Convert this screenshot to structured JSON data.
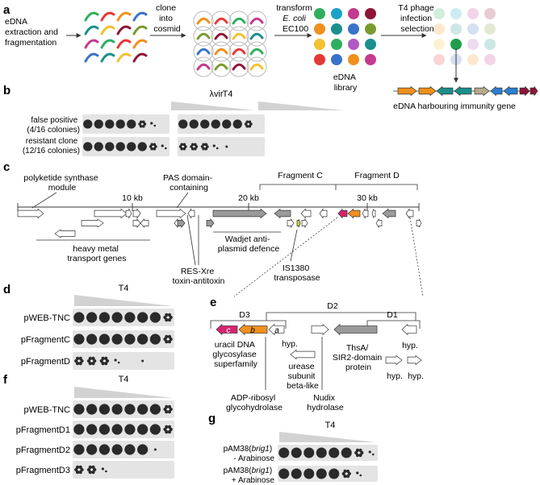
{
  "panel_a": {
    "letter": "a",
    "step1": [
      "eDNA",
      "extraction and",
      "fragmentation"
    ],
    "step2": [
      "clone",
      "into",
      "cosmid"
    ],
    "step3_line1": "transform",
    "step3_line2_italic": "E. coli",
    "step3_line3": "EC100",
    "library": [
      "eDNA",
      "library"
    ],
    "step4": [
      "T4 phage",
      "infection",
      "selection"
    ],
    "result": "eDNA harbouring immunity gene"
  },
  "panel_b": {
    "letter": "b",
    "col1": "λvir",
    "col2": "T4",
    "rows": [
      {
        "line1": "false positive",
        "line2": "(4/16 colonies)"
      },
      {
        "line1": "resistant clone",
        "line2": "(12/16 colonies)"
      }
    ]
  },
  "panel_c": {
    "letter": "c",
    "scale": [
      "10 kb",
      "20 kb",
      "30 kb"
    ],
    "fragment_c": "Fragment C",
    "fragment_d": "Fragment D",
    "pks": [
      "polyketide synthase",
      "module"
    ],
    "pas": [
      "PAS domain-",
      "containing"
    ],
    "heavy_metal": [
      "heavy metal",
      "transport genes"
    ],
    "resxre": [
      "RES-Xre",
      "toxin-antitoxin"
    ],
    "wadjet": [
      "Wadjet anti-",
      "plasmid defence"
    ],
    "is1380": [
      "IS1380",
      "transposase"
    ]
  },
  "panel_d": {
    "letter": "d",
    "phage": "T4",
    "rows": [
      "pWEB-TNC",
      "pFragmentC",
      "pFragmentD"
    ]
  },
  "panel_e": {
    "letter": "e",
    "d1": "D1",
    "d2": "D2",
    "d3": "D3",
    "gene_c": "c",
    "gene_b": "b",
    "gene_a": "a",
    "hyp": "hyp.",
    "udg": [
      "uracil DNA",
      "glycosylase",
      "superfamily"
    ],
    "urease": [
      "urease",
      "subunit",
      "beta-like"
    ],
    "adp": [
      "ADP-ribosyl",
      "glycohydrolase"
    ],
    "nudix": [
      "Nudix",
      "hydrolase"
    ],
    "thsa": [
      "ThsA/",
      "SIR2-domain",
      "protein"
    ]
  },
  "panel_f": {
    "letter": "f",
    "phage": "T4",
    "rows": [
      "pWEB-TNC",
      "pFragmentD1",
      "pFragmentD2",
      "pFragmentD3"
    ]
  },
  "panel_g": {
    "letter": "g",
    "phage": "T4",
    "rows": [
      {
        "pre": "pAM38(",
        "gene": "brig1",
        "post": ")",
        "line2": "- Arabinose"
      },
      {
        "pre": "pAM38(",
        "gene": "brig1",
        "post": ")",
        "line2": "+ Arabinose"
      }
    ]
  },
  "colors": {
    "magenta": "#d6246e",
    "orange": "#f0901e",
    "teal": "#1a8f8c",
    "gray_gene": "#9a9a9a",
    "lime": "#c9d42a",
    "blue": "#2b7fd0",
    "plaque": "#2a2a2a",
    "strip": "#e4e4e4",
    "wedge": "#d2d2d2"
  }
}
